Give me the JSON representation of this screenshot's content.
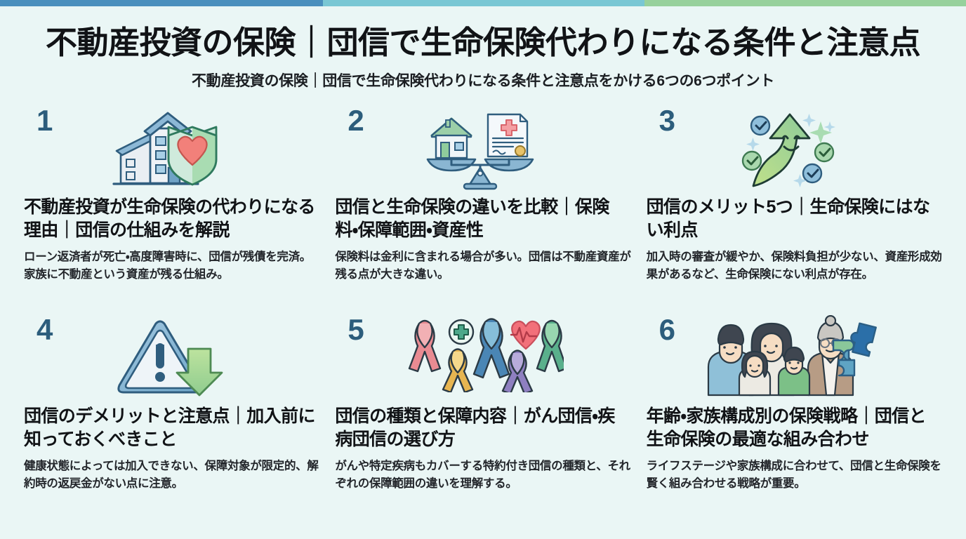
{
  "theme": {
    "background": "#eaf6f5",
    "accent_blue": "#4a8fbd",
    "accent_teal": "#79c7d4",
    "accent_green": "#97d19c",
    "number_color": "#2c5d7c",
    "title_color": "#111316",
    "body_color": "#23262b"
  },
  "header": {
    "title": "不動産投資の保険｜団信で生命保険代わりになる条件と注意点",
    "subtitle": "不動産投資の保険｜団信で生命保険代わりになる条件と注意点をかける6つの6つポイント"
  },
  "cards": [
    {
      "number": "1",
      "icon": "building-shield-heart-icon",
      "title": "不動産投資が生命保険の代わりになる理由｜団信の仕組みを解説",
      "body": "ローン返済者が死亡・高度障害時に、団信が残債を完済。家族に不動産という資産が残る仕組み。"
    },
    {
      "number": "2",
      "icon": "balance-scale-house-document-icon",
      "title": "団信と生命保険の違いを比較｜保険料・保障範囲・資産性",
      "body": "保険料は金利に含まれる場合が多い。団信は不動産資産が残る点が大きな違い。"
    },
    {
      "number": "3",
      "icon": "smiling-up-arrow-checkmarks-icon",
      "title": "団信のメリット5つ｜生命保険にはない利点",
      "body": "加入時の審査が緩やか、保険料負担が少ない、資産形成効果があるなど、生命保険にない利点が存在。"
    },
    {
      "number": "4",
      "icon": "warning-triangle-down-arrow-icon",
      "title": "団信のデメリットと注意点｜加入前に知っておくべきこと",
      "body": "健康状態によっては加入できない、保障対象が限定的、解約時の返戻金がない点に注意。"
    },
    {
      "number": "5",
      "icon": "awareness-ribbons-icon",
      "title": "団信の種類と保障内容｜がん団信・疾病団信の選び方",
      "body": "がんや特定疾病もカバーする特約付き団信の種類と、それぞれの保障範囲の違いを理解する。"
    },
    {
      "number": "6",
      "icon": "family-puzzle-icon",
      "title": "年齢・家族構成別の保険戦略｜団信と生命保険の最適な組み合わせ",
      "body": "ライフステージや家族構成に合わせて、団信と生命保険を賢く組み合わせる戦略が重要。"
    }
  ]
}
